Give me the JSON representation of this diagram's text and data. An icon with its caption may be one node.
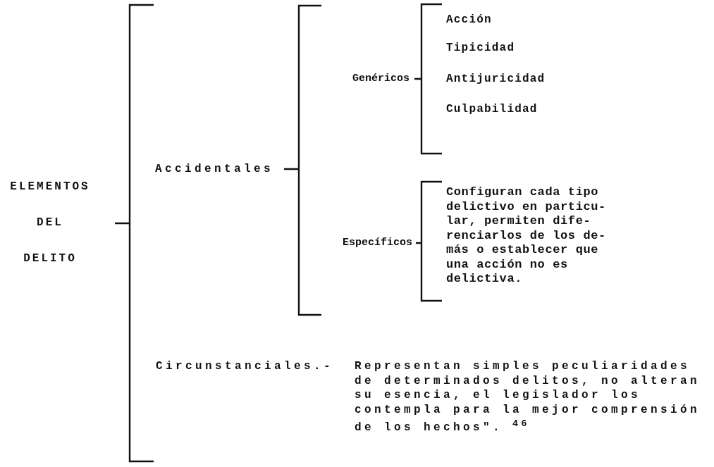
{
  "diagram": {
    "nodes": [
      {
        "text": [
          "ELEMENTOS DEL DELITO"
        ]
      },
      {
        "text": [
          "Accidentales"
        ]
      },
      {
        "text": [
          "Circunstanciales.-"
        ],
        "beside": [
          "Representan simples peculiaridades de determinados delitos, no alteran su esencia, el legislador los contempla para la mejor comprensión de los hechos\". $^{46}$"
        ]
      },
      {
        "text": [
          "Genéricos"
        ]
      },
      {
        "text": [
          "Específicos"
        ]
      },
      {
        "text": [
          "Acción"
        ]
      },
      {
        "text": [
          "Tipicidad"
        ]
      },
      {
        "text": [
          "Antijuricidad"
        ]
      },
      {
        "text": [
          "Culpabilidad"
        ]
      },
      {
        "text": [
          "Configuran cada tipo delictivo en particu- lar, permiten dife- renciarlos de los de- más o establecer que una acción no es delictiva."
        ]
      }
    ]
  }
}
